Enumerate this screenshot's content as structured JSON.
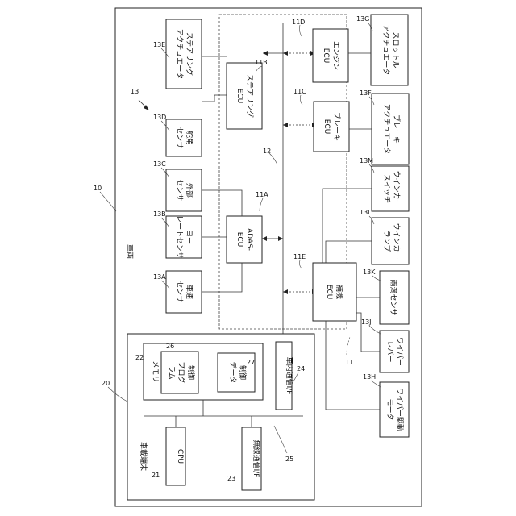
{
  "vehicle": {
    "ref": "10",
    "label": "車両"
  },
  "ecu_group": {
    "ref": "11"
  },
  "bus": {
    "ref": "12"
  },
  "system": {
    "ref": "13"
  },
  "ecus": {
    "engine": {
      "ref": "11D",
      "line1": "エンジン",
      "line2": "ECU"
    },
    "steering": {
      "ref": "11B",
      "line1": "ステアリング",
      "line2": "ECU"
    },
    "brake": {
      "ref": "11C",
      "line1": "ブレーキ",
      "line2": "ECU"
    },
    "adas": {
      "ref": "11A",
      "line1": "ADAS-",
      "line2": "ECU"
    },
    "body": {
      "ref": "11E",
      "line1": "補機",
      "line2": "ECU"
    }
  },
  "devices": {
    "throttle_actuator": {
      "ref": "13G",
      "line1": "スロットル",
      "line2": "アクチュエータ"
    },
    "steering_actuator": {
      "ref": "13E",
      "line1": "ステアリング",
      "line2": "アクチュエータ"
    },
    "steering_sensor": {
      "ref": "13D",
      "line1": "舵角",
      "line2": "センサ"
    },
    "brake_actuator": {
      "ref": "13F",
      "line1": "ブレーキ",
      "line2": "アクチュエータ"
    },
    "external_sensor": {
      "ref": "13C",
      "line1": "外部",
      "line2": "センサ"
    },
    "turn_switch": {
      "ref": "13M",
      "line1": "ウインカー",
      "line2": "スイッチ"
    },
    "yaw_sensor": {
      "ref": "13B",
      "line1": "ヨー",
      "line2": "レートセンサ"
    },
    "turn_lamp": {
      "ref": "13L",
      "line1": "ウインカー",
      "line2": "ランプ"
    },
    "speed_sensor": {
      "ref": "13A",
      "line1": "車速",
      "line2": "センサ"
    },
    "rain_sensor": {
      "ref": "13K",
      "line1": "雨滴センサ"
    },
    "wiper_lever": {
      "ref": "13J",
      "line1": "ワイパー",
      "line2": "レバー"
    },
    "wiper_motor": {
      "ref": "13H",
      "line1": "ワイパー駆動",
      "line2": "モータ"
    }
  },
  "terminal": {
    "ref": "20",
    "label": "車載端末",
    "internal_bus_ref": "25",
    "memory": {
      "ref": "22",
      "label": "メモリ"
    },
    "program": {
      "ref": "26",
      "line1": "制御",
      "line2": "プログ",
      "line3": "ラム"
    },
    "data": {
      "ref": "27",
      "line1": "制御",
      "line2": "データ"
    },
    "cpu": {
      "ref": "21",
      "label": "CPU"
    },
    "wireless": {
      "ref": "23",
      "label": "無線通信I/F"
    },
    "can_if": {
      "ref": "24",
      "label": "車内通信I/F"
    }
  }
}
